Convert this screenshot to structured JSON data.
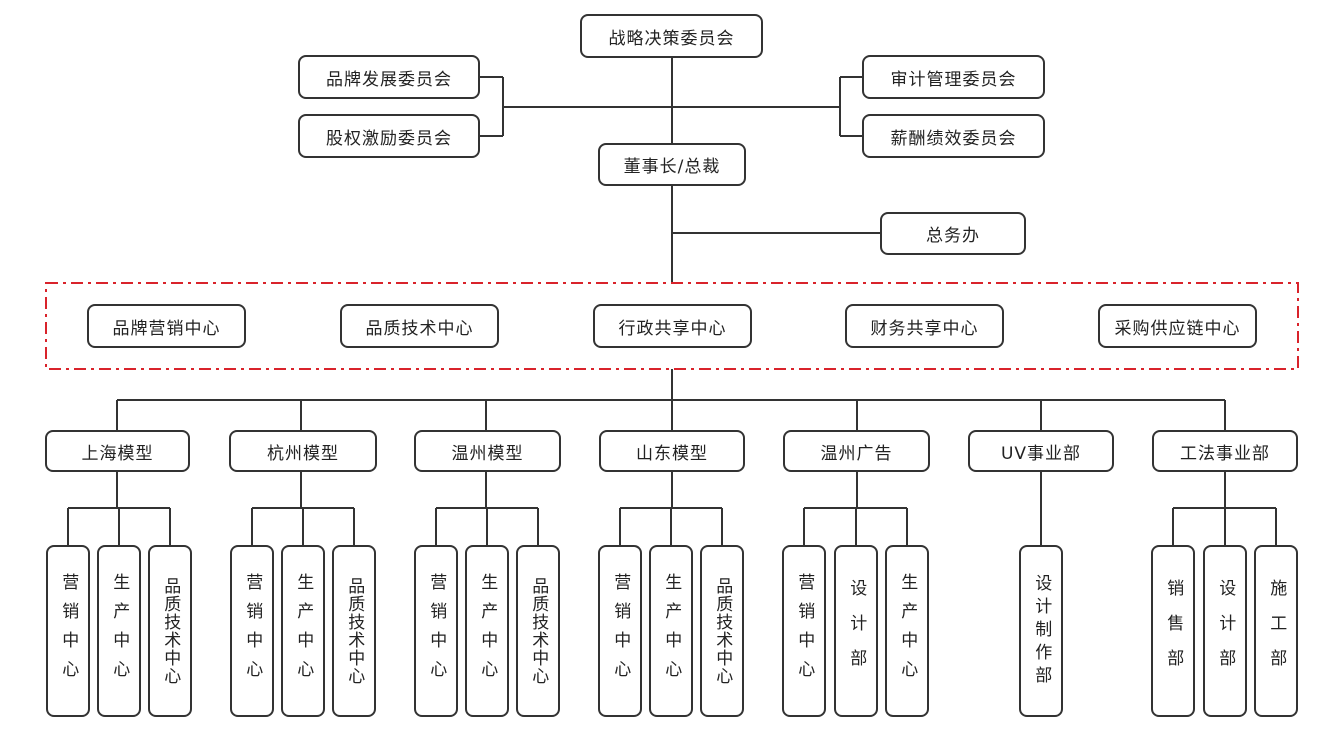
{
  "top": {
    "strategy": "战略决策委员会",
    "chairman": "董事长/总裁",
    "office": "总务办"
  },
  "committees_left": [
    "品牌发展委员会",
    "股权激励委员会"
  ],
  "committees_right": [
    "审计管理委员会",
    "薪酬绩效委员会"
  ],
  "shared_centers": [
    "品牌营销中心",
    "品质技术中心",
    "行政共享中心",
    "财务共享中心",
    "采购供应链中心"
  ],
  "units": [
    {
      "name": "上海模型",
      "subs": [
        "营销中心",
        "生产中心",
        "品质技术中心"
      ]
    },
    {
      "name": "杭州模型",
      "subs": [
        "营销中心",
        "生产中心",
        "品质技术中心"
      ]
    },
    {
      "name": "温州模型",
      "subs": [
        "营销中心",
        "生产中心",
        "品质技术中心"
      ]
    },
    {
      "name": "山东模型",
      "subs": [
        "营销中心",
        "生产中心",
        "品质技术中心"
      ]
    },
    {
      "name": "温州广告",
      "subs": [
        "营销中心",
        "设计部",
        "生产中心"
      ]
    },
    {
      "name": "UV事业部",
      "subs": [
        "设计制作部"
      ]
    },
    {
      "name": "工法事业部",
      "subs": [
        "销售部",
        "设计部",
        "施工部"
      ]
    }
  ],
  "colors": {
    "line": "#333333",
    "dash": "#d9232b"
  }
}
